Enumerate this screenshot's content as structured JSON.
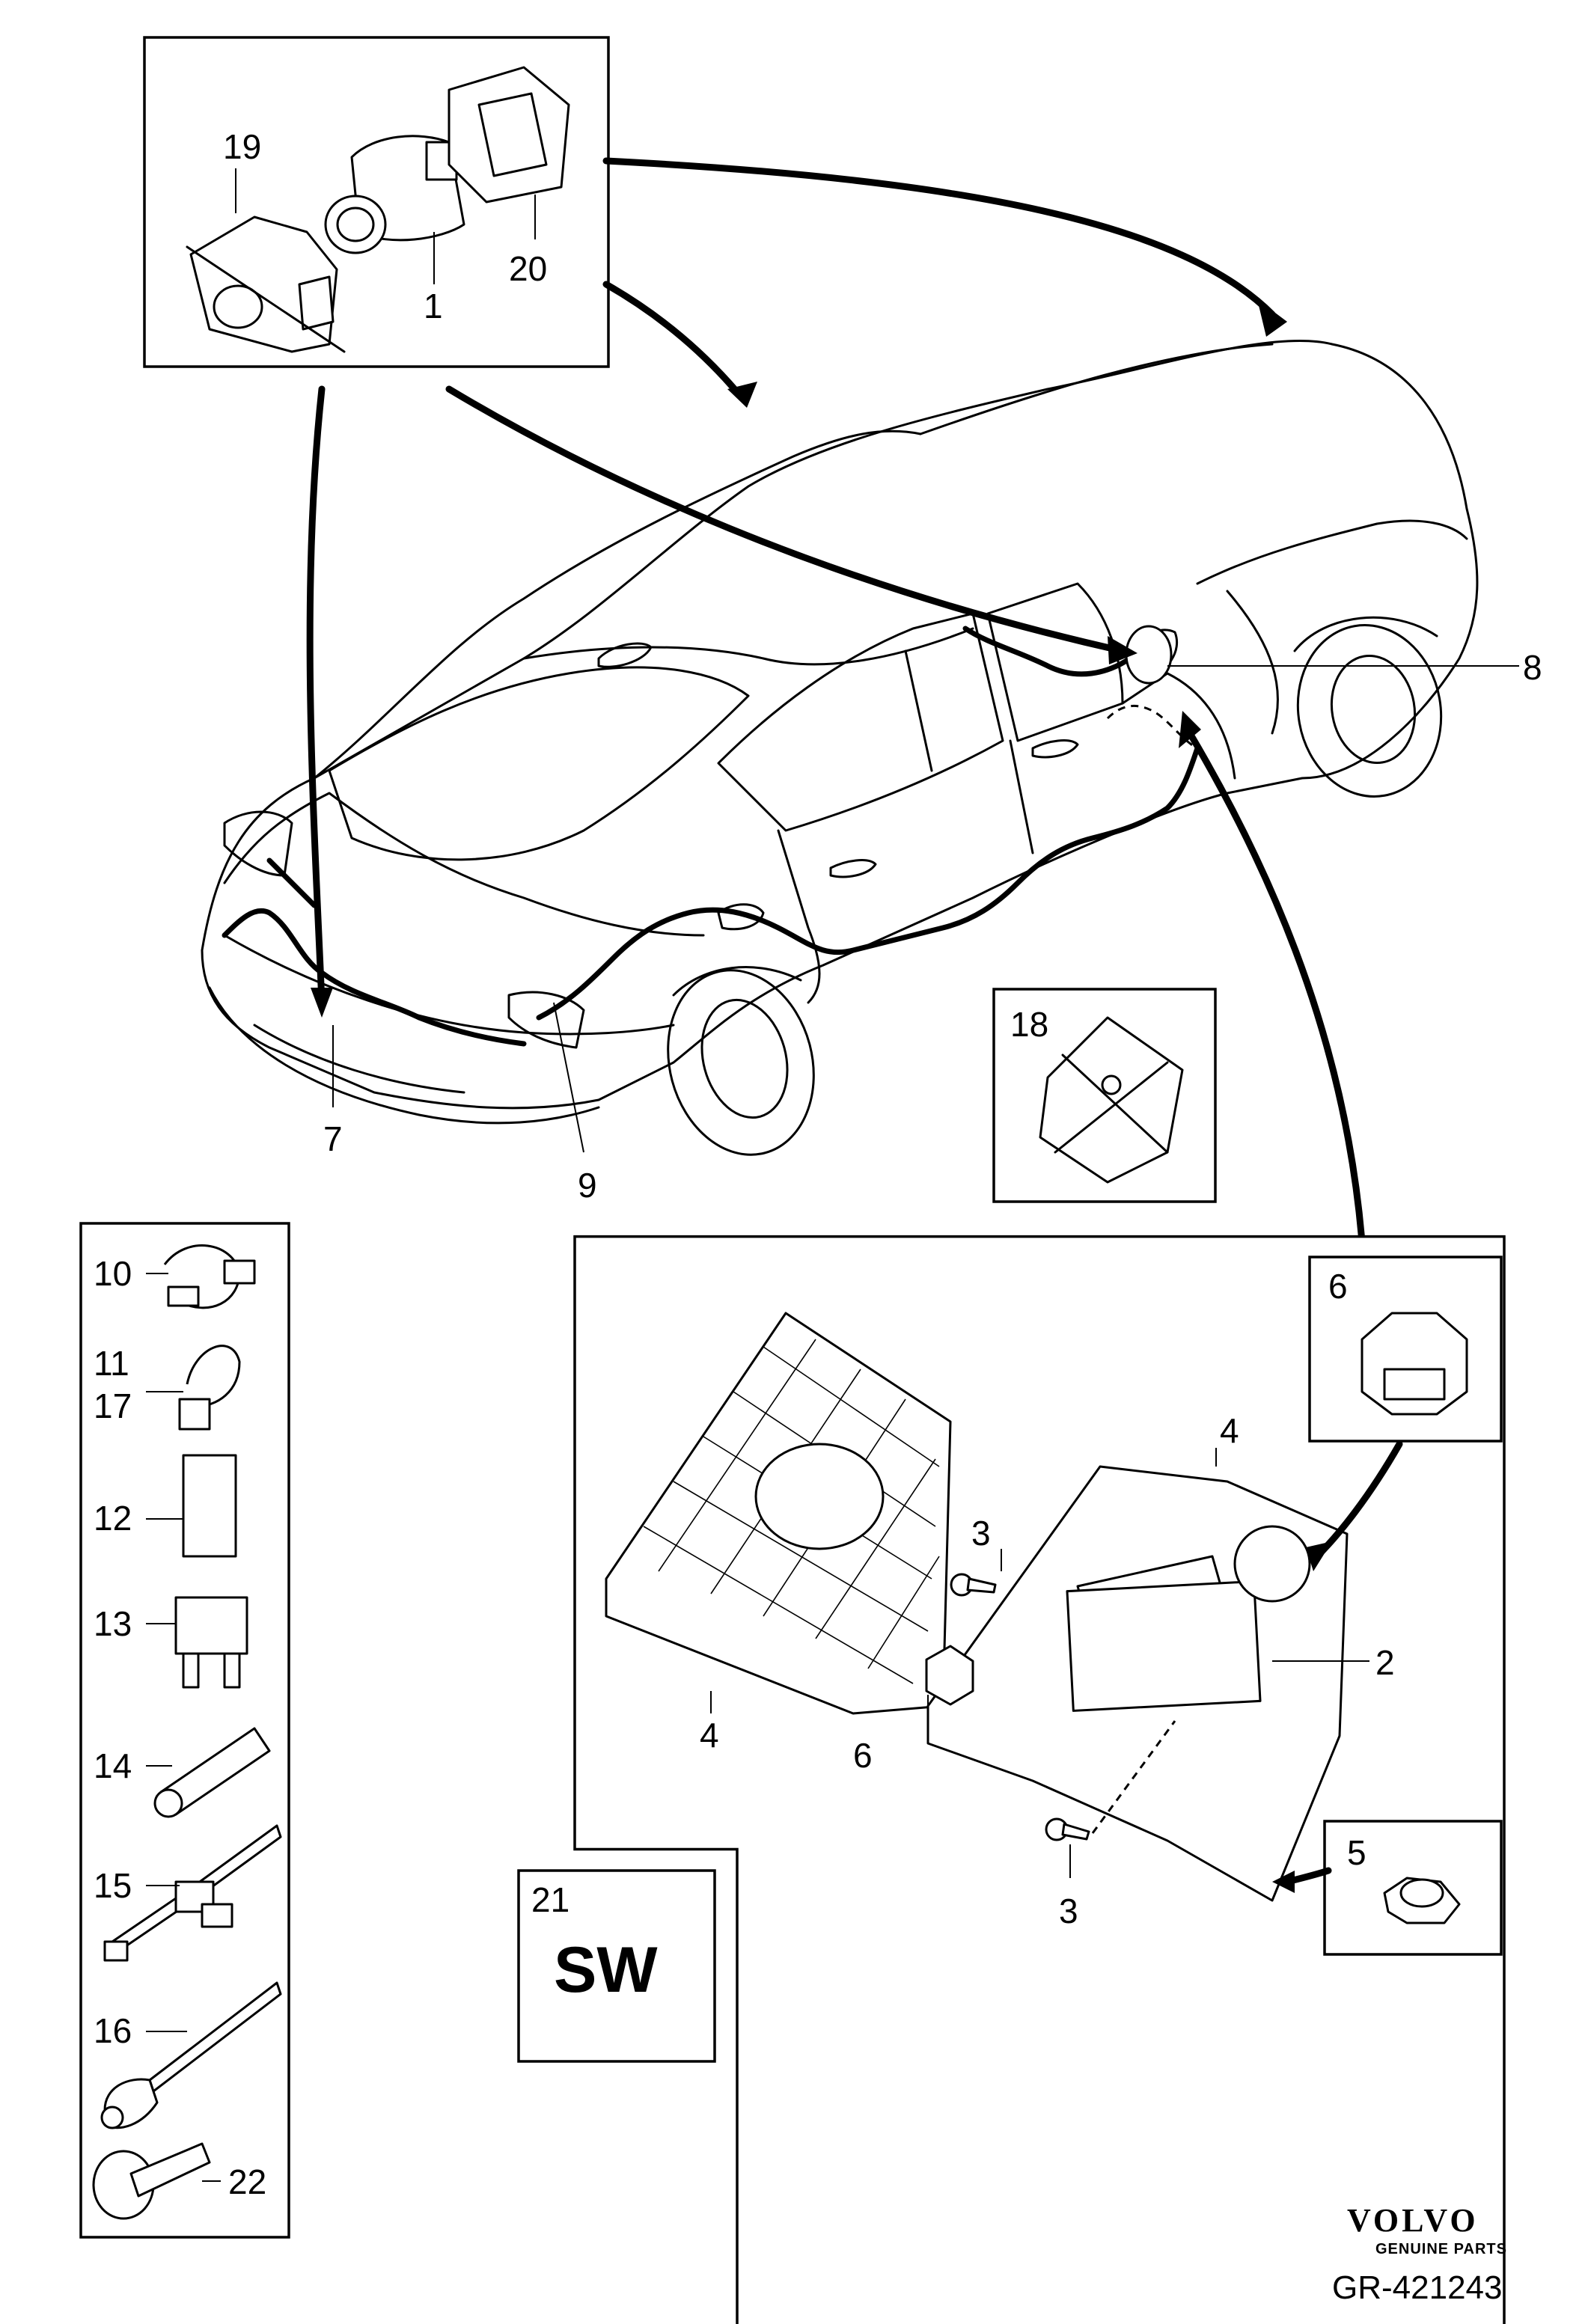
{
  "callouts": {
    "c1": "1",
    "c2": "2",
    "c3a": "3",
    "c3b": "3",
    "c4a": "4",
    "c4b": "4",
    "c5": "5",
    "c6a": "6",
    "c6b": "6",
    "c7": "7",
    "c8": "8",
    "c9": "9",
    "c10": "10",
    "c11": "11",
    "c12": "12",
    "c13": "13",
    "c14": "14",
    "c15": "15",
    "c16": "16",
    "c17": "17",
    "c18": "18",
    "c19": "19",
    "c20": "20",
    "c21": "21",
    "c22": "22"
  },
  "software_label": "SW",
  "brand": {
    "name": "VOLVO",
    "tagline": "GENUINE PARTS"
  },
  "reference_number": "GR-421243"
}
